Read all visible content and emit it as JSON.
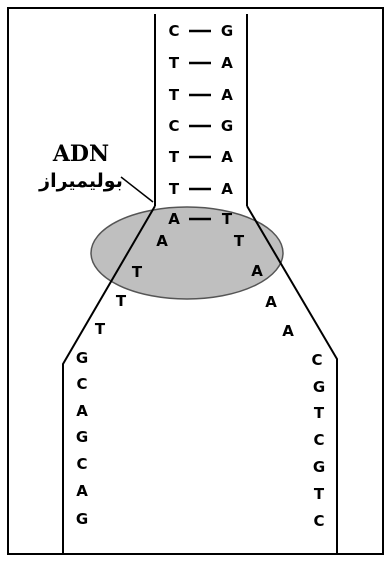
{
  "labels": {
    "enzyme_latin": "ADN",
    "enzyme_arabic": "بوليميراز"
  },
  "colors": {
    "strand": "#000000",
    "enzyme_fill": "#bfbfbf",
    "enzyme_stroke": "#555555"
  },
  "parental_pairs": [
    {
      "left": "C",
      "right": "G"
    },
    {
      "left": "T",
      "right": "A"
    },
    {
      "left": "T",
      "right": "A"
    },
    {
      "left": "C",
      "right": "G"
    },
    {
      "left": "T",
      "right": "A"
    },
    {
      "left": "T",
      "right": "A"
    },
    {
      "left": "A",
      "right": "T"
    }
  ],
  "left_strand_bases": [
    "A",
    "T",
    "T",
    "T",
    "G",
    "C",
    "A",
    "G",
    "C",
    "A",
    "G"
  ],
  "right_strand_bases": [
    "T",
    "A",
    "A",
    "A",
    "C",
    "G",
    "T",
    "C",
    "G",
    "T",
    "C"
  ]
}
